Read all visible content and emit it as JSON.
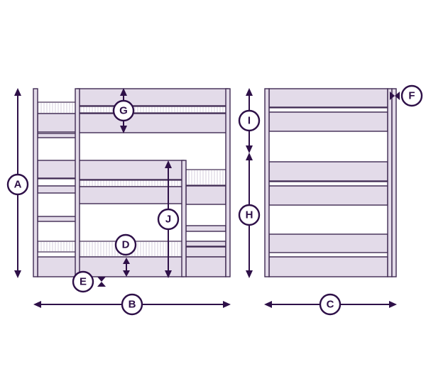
{
  "labels": {
    "A": "A",
    "B": "B",
    "C": "C",
    "D": "D",
    "E": "E",
    "F": "F",
    "G": "G",
    "H": "H",
    "I": "I",
    "J": "J"
  },
  "colors": {
    "frame_fill": "#e3dbe9",
    "outline": "#3f2a52",
    "dimension": "#2e1048",
    "background": "#ffffff"
  }
}
